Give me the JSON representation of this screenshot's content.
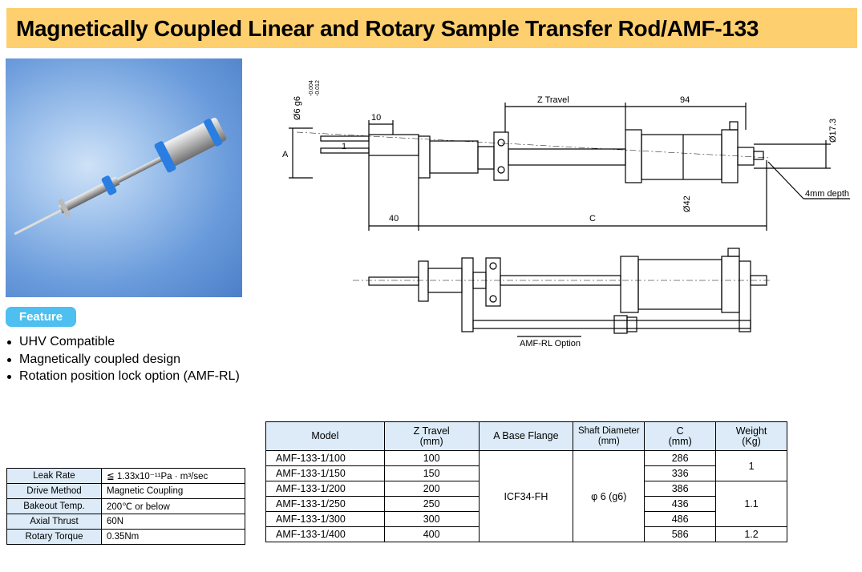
{
  "title": "Magnetically Coupled Linear and Rotary Sample Transfer Rod/AMF-133",
  "feature_tab": "Feature",
  "features": [
    "UHV Compatible",
    "Magnetically coupled design",
    "Rotation position lock option (AMF-RL)"
  ],
  "specs": [
    {
      "label": "Leak Rate",
      "value": "≦ 1.33x10⁻¹¹Pa · m³/sec"
    },
    {
      "label": "Drive Method",
      "value": "Magnetic Coupling"
    },
    {
      "label": "Bakeout Temp.",
      "value": "200℃ or below"
    },
    {
      "label": "Axial Thrust",
      "value": "60N"
    },
    {
      "label": "Rotary Torque",
      "value": "0.35Nm"
    }
  ],
  "table": {
    "headers": {
      "model": "Model",
      "z_travel": "Z Travel",
      "z_travel_unit": "(mm)",
      "base": "A Base  Flange",
      "shaft": "Shaft Diameter",
      "shaft_unit": "(mm)",
      "c": "C",
      "c_unit": "(mm)",
      "weight": "Weight",
      "weight_unit": "(Kg)"
    },
    "base_flange": "ICF34-FH",
    "shaft_diameter": "φ 6 (g6)",
    "rows": [
      {
        "model": "AMF-133-1/100",
        "z": "100",
        "c": "286"
      },
      {
        "model": "AMF-133-1/150",
        "z": "150",
        "c": "336"
      },
      {
        "model": "AMF-133-1/200",
        "z": "200",
        "c": "386"
      },
      {
        "model": "AMF-133-1/250",
        "z": "250",
        "c": "436"
      },
      {
        "model": "AMF-133-1/300",
        "z": "300",
        "c": "486"
      },
      {
        "model": "AMF-133-1/400",
        "z": "400",
        "c": "586"
      }
    ],
    "weights": [
      "1",
      "1.1",
      "1.2"
    ]
  },
  "drawing": {
    "z_travel": "Z Travel",
    "dim_94": "94",
    "dim_10": "10",
    "dim_1": "1",
    "dim_a": "A",
    "dim_40": "40",
    "dim_c": "C",
    "shaft_label": "Ø6 g6",
    "shaft_tol_top": "-0.004",
    "shaft_tol_bot": "-0.012",
    "dia_17": "Ø17.3",
    "dia_42": "Ø42",
    "depth": "4mm depth",
    "option_label": "AMF-RL Option"
  }
}
